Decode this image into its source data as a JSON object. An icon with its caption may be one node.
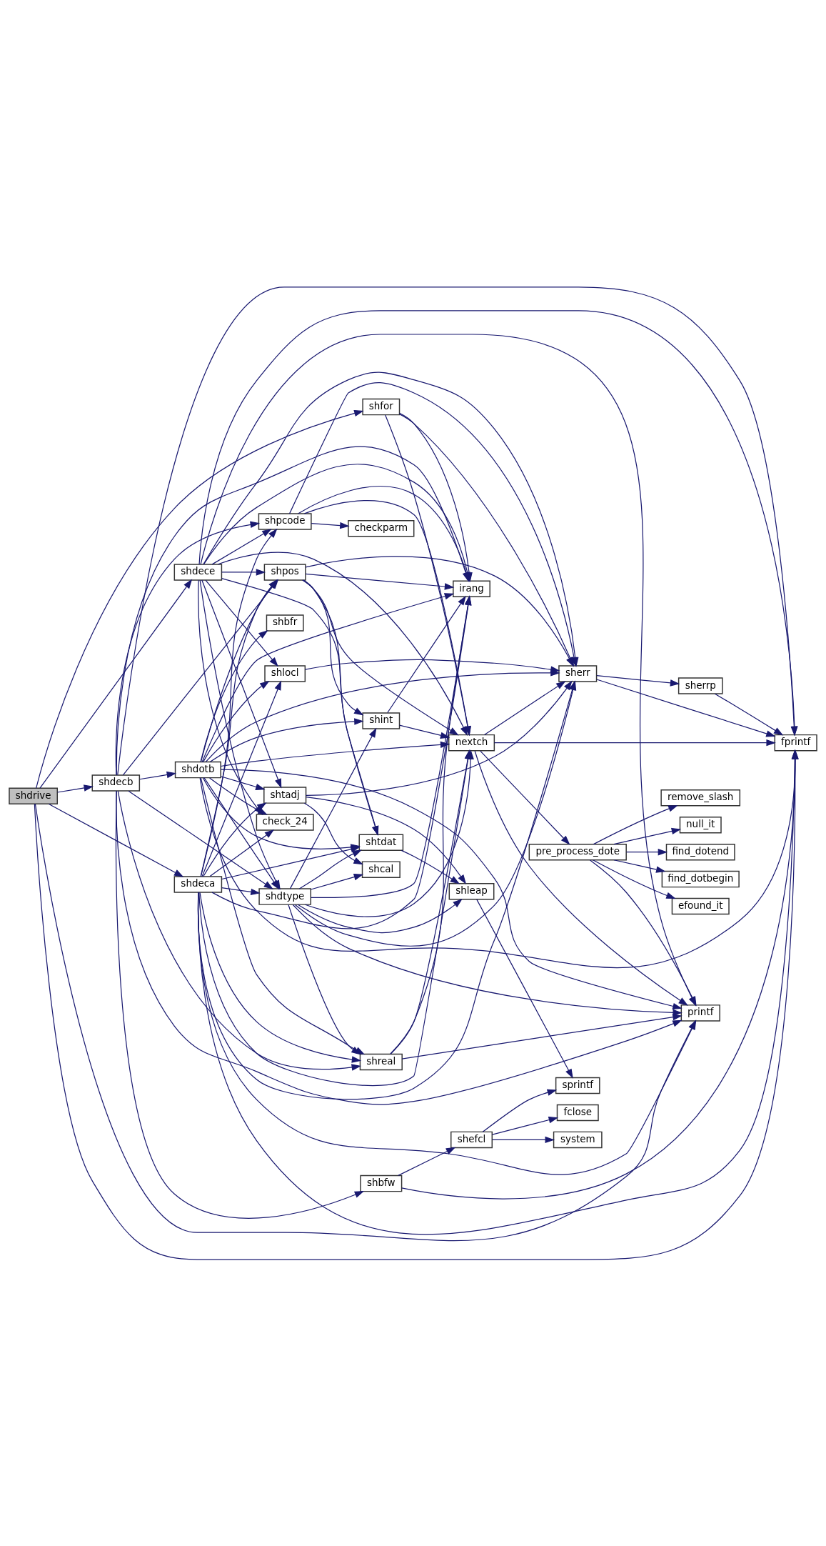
{
  "diagram": {
    "nodes": [
      {
        "text": [
          "shdrive"
        ]
      },
      {
        "text": [
          "shdecb"
        ]
      },
      {
        "text": [
          "shdeca"
        ]
      },
      {
        "text": [
          "shdece"
        ]
      },
      {
        "text": [
          "shdotb"
        ]
      },
      {
        "text": [
          "shlocl"
        ]
      },
      {
        "text": [
          "shpcode"
        ]
      },
      {
        "text": [
          "shpos"
        ]
      },
      {
        "text": [
          "check_24"
        ]
      },
      {
        "text": [
          "shtadj"
        ]
      },
      {
        "text": [
          "shdtype"
        ]
      },
      {
        "text": [
          "shbfr"
        ]
      },
      {
        "text": [
          "shfor"
        ]
      },
      {
        "text": [
          "shreal"
        ]
      },
      {
        "text": [
          "checkparm"
        ]
      },
      {
        "text": [
          "shint"
        ]
      },
      {
        "text": [
          "shtdat"
        ]
      },
      {
        "text": [
          "shcal"
        ]
      },
      {
        "text": [
          "shleap"
        ]
      },
      {
        "text": [
          "shbfw"
        ]
      },
      {
        "text": [
          "nextch"
        ]
      },
      {
        "text": [
          "irang"
        ]
      },
      {
        "text": [
          "shefcl"
        ]
      },
      {
        "text": [
          "sherr"
        ]
      },
      {
        "text": [
          "pre_process_dote"
        ]
      },
      {
        "text": [
          "sprintf"
        ]
      },
      {
        "text": [
          "system"
        ]
      },
      {
        "text": [
          "fclose"
        ]
      },
      {
        "text": [
          "sherrp"
        ]
      },
      {
        "text": [
          "null_it"
        ]
      },
      {
        "text": [
          "remove_slash"
        ]
      },
      {
        "text": [
          "efound_it"
        ]
      },
      {
        "text": [
          "find_dotbegin"
        ]
      },
      {
        "text": [
          "find_dotend"
        ]
      },
      {
        "text": [
          "printf"
        ]
      },
      {
        "text": [
          "fprintf"
        ]
      }
    ],
    "edges": [
      {
        "from": 0,
        "to": 12,
        "arrow": "to"
      },
      {
        "from": 0,
        "to": 2,
        "arrow": "to"
      },
      {
        "from": 0,
        "to": 3,
        "arrow": "to"
      },
      {
        "from": 0,
        "to": 1,
        "arrow": "to"
      },
      {
        "from": 0,
        "to": 34,
        "arrow": "to"
      },
      {
        "from": 0,
        "to": 35,
        "arrow": "to"
      },
      {
        "from": 2,
        "to": 5,
        "arrow": "to"
      },
      {
        "from": 2,
        "to": 6,
        "arrow": "to"
      },
      {
        "from": 2,
        "to": 7,
        "arrow": "to"
      },
      {
        "from": 2,
        "to": 8,
        "arrow": "to"
      },
      {
        "from": 2,
        "to": 9,
        "arrow": "to"
      },
      {
        "from": 2,
        "to": 10,
        "arrow": "to"
      },
      {
        "from": 2,
        "to": 13,
        "arrow": "to"
      },
      {
        "from": 2,
        "to": 16,
        "arrow": "to"
      },
      {
        "from": 2,
        "to": 20,
        "arrow": "to"
      },
      {
        "from": 2,
        "to": 21,
        "arrow": "to"
      },
      {
        "from": 2,
        "to": 23,
        "arrow": "to"
      },
      {
        "from": 2,
        "to": 34,
        "arrow": "to"
      },
      {
        "from": 2,
        "to": 35,
        "arrow": "to"
      },
      {
        "from": 3,
        "to": 5,
        "arrow": "to"
      },
      {
        "from": 3,
        "to": 6,
        "arrow": "to"
      },
      {
        "from": 3,
        "to": 7,
        "arrow": "to"
      },
      {
        "from": 3,
        "to": 8,
        "arrow": "to"
      },
      {
        "from": 3,
        "to": 9,
        "arrow": "to"
      },
      {
        "from": 3,
        "to": 10,
        "arrow": "to"
      },
      {
        "from": 3,
        "to": 16,
        "arrow": "to"
      },
      {
        "from": 3,
        "to": 20,
        "arrow": "to"
      },
      {
        "from": 3,
        "to": 21,
        "arrow": "to"
      },
      {
        "from": 3,
        "to": 23,
        "arrow": "to"
      },
      {
        "from": 3,
        "to": 34,
        "arrow": "to"
      },
      {
        "from": 3,
        "to": 35,
        "arrow": "to"
      },
      {
        "from": 1,
        "to": 4,
        "arrow": "to"
      },
      {
        "from": 1,
        "to": 19,
        "arrow": "to"
      },
      {
        "from": 1,
        "to": 10,
        "arrow": "to"
      },
      {
        "from": 1,
        "to": 6,
        "arrow": "to"
      },
      {
        "from": 1,
        "to": 7,
        "arrow": "to"
      },
      {
        "from": 1,
        "to": 13,
        "arrow": "to"
      },
      {
        "from": 1,
        "to": 21,
        "arrow": "to"
      },
      {
        "from": 1,
        "to": 34,
        "arrow": "to"
      },
      {
        "from": 1,
        "to": 35,
        "arrow": "to"
      },
      {
        "from": 4,
        "to": 11,
        "arrow": "to"
      },
      {
        "from": 4,
        "to": 10,
        "arrow": "to"
      },
      {
        "from": 4,
        "to": 9,
        "arrow": "to"
      },
      {
        "from": 4,
        "to": 8,
        "arrow": "to"
      },
      {
        "from": 4,
        "to": 7,
        "arrow": "to"
      },
      {
        "from": 4,
        "to": 5,
        "arrow": "to"
      },
      {
        "from": 4,
        "to": 15,
        "arrow": "to"
      },
      {
        "from": 4,
        "to": 16,
        "arrow": "to"
      },
      {
        "from": 4,
        "to": 13,
        "arrow": "to"
      },
      {
        "from": 4,
        "to": 21,
        "arrow": "to"
      },
      {
        "from": 4,
        "to": 20,
        "arrow": "to"
      },
      {
        "from": 4,
        "to": 23,
        "arrow": "to"
      },
      {
        "from": 4,
        "to": 34,
        "arrow": "to"
      },
      {
        "from": 4,
        "to": 35,
        "arrow": "to"
      },
      {
        "from": 5,
        "to": 23,
        "arrow": "to"
      },
      {
        "from": 6,
        "to": 14,
        "arrow": "to"
      },
      {
        "from": 6,
        "to": 21,
        "arrow": "to"
      },
      {
        "from": 6,
        "to": 23,
        "arrow": "to"
      },
      {
        "from": 6,
        "to": 20,
        "arrow": "to"
      },
      {
        "from": 7,
        "to": 15,
        "arrow": "to"
      },
      {
        "from": 7,
        "to": 16,
        "arrow": "to"
      },
      {
        "from": 7,
        "to": 21,
        "arrow": "to"
      },
      {
        "from": 7,
        "to": 20,
        "arrow": "to"
      },
      {
        "from": 7,
        "to": 23,
        "arrow": "to"
      },
      {
        "from": 9,
        "to": 17,
        "arrow": "to"
      },
      {
        "from": 9,
        "to": 18,
        "arrow": "to"
      },
      {
        "from": 9,
        "to": 23,
        "arrow": "to"
      },
      {
        "from": 10,
        "to": 13,
        "arrow": "to"
      },
      {
        "from": 10,
        "to": 15,
        "arrow": "to"
      },
      {
        "from": 10,
        "to": 16,
        "arrow": "to"
      },
      {
        "from": 10,
        "to": 17,
        "arrow": "to"
      },
      {
        "from": 10,
        "to": 18,
        "arrow": "to"
      },
      {
        "from": 10,
        "to": 21,
        "arrow": "to"
      },
      {
        "from": 10,
        "to": 20,
        "arrow": "to"
      },
      {
        "from": 10,
        "to": 23,
        "arrow": "to"
      },
      {
        "from": 10,
        "to": 34,
        "arrow": "to"
      },
      {
        "from": 12,
        "to": 23,
        "arrow": "to"
      },
      {
        "from": 12,
        "to": 20,
        "arrow": "to"
      },
      {
        "from": 12,
        "to": 21,
        "arrow": "to"
      },
      {
        "from": 13,
        "to": 20,
        "arrow": "to"
      },
      {
        "from": 13,
        "to": 21,
        "arrow": "to"
      },
      {
        "from": 13,
        "to": 34,
        "arrow": "to"
      },
      {
        "from": 15,
        "to": 20,
        "arrow": "to"
      },
      {
        "from": 15,
        "to": 21,
        "arrow": "to"
      },
      {
        "from": 16,
        "to": 18,
        "arrow": "to"
      },
      {
        "from": 18,
        "to": 25,
        "arrow": "to"
      },
      {
        "from": 19,
        "to": 22,
        "arrow": "to"
      },
      {
        "from": 19,
        "to": 35,
        "arrow": "to"
      },
      {
        "from": 20,
        "to": 23,
        "arrow": "to"
      },
      {
        "from": 20,
        "to": 24,
        "arrow": "to"
      },
      {
        "from": 20,
        "to": 35,
        "arrow": "to"
      },
      {
        "from": 20,
        "to": 34,
        "arrow": "to"
      },
      {
        "from": 22,
        "to": 25,
        "arrow": "to"
      },
      {
        "from": 22,
        "to": 26,
        "arrow": "to"
      },
      {
        "from": 22,
        "to": 27,
        "arrow": "to"
      },
      {
        "from": 23,
        "to": 28,
        "arrow": "to"
      },
      {
        "from": 23,
        "to": 35,
        "arrow": "to"
      },
      {
        "from": 24,
        "to": 29,
        "arrow": "to"
      },
      {
        "from": 24,
        "to": 30,
        "arrow": "to"
      },
      {
        "from": 24,
        "to": 31,
        "arrow": "to"
      },
      {
        "from": 24,
        "to": 32,
        "arrow": "to"
      },
      {
        "from": 24,
        "to": 33,
        "arrow": "to"
      },
      {
        "from": 24,
        "to": 34,
        "arrow": "to"
      },
      {
        "from": 28,
        "to": 35,
        "arrow": "to"
      }
    ]
  }
}
